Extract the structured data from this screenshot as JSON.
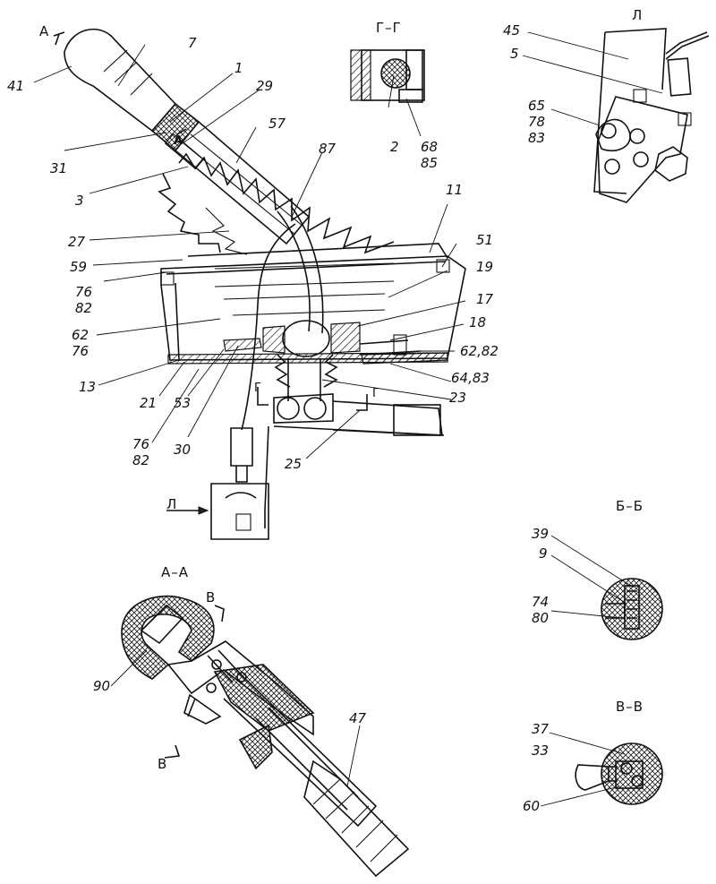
{
  "labels": {
    "l41": "41",
    "l7": "7",
    "l1": "1",
    "l29": "29",
    "l31": "31",
    "l3": "3",
    "l57": "57",
    "l87": "87",
    "l27": "27",
    "l11": "11",
    "l51": "51",
    "l59": "59",
    "l19": "19",
    "l76a": "76",
    "l82a": "82",
    "l17": "17",
    "l62a": "62",
    "l76b": "76",
    "l18": "18",
    "l6282": "62,82",
    "l13": "13",
    "l6483": "64,83",
    "l21": "21",
    "l53": "53",
    "l23": "23",
    "l76c": "76",
    "l82c": "82",
    "l30": "30",
    "l25": "25",
    "l2": "2",
    "l68": "68",
    "l85": "85",
    "l45": "45",
    "l5": "5",
    "l65": "65",
    "l78": "78",
    "l83": "83",
    "l39": "39",
    "l9": "9",
    "l74": "74",
    "l80": "80",
    "l90": "90",
    "l47": "47",
    "l37": "37",
    "l33": "33",
    "l60": "60"
  },
  "sections": {
    "a_mark": "А",
    "a_inner": "А",
    "g_g": "Г–Г",
    "g_left": "Г",
    "g_right": "Г",
    "l_view": "Л",
    "l_arrow": "Л",
    "b_b": "Б–Б",
    "a_a": "А–А",
    "v_top": "В",
    "v_bottom": "В",
    "v_v": "В–В"
  }
}
